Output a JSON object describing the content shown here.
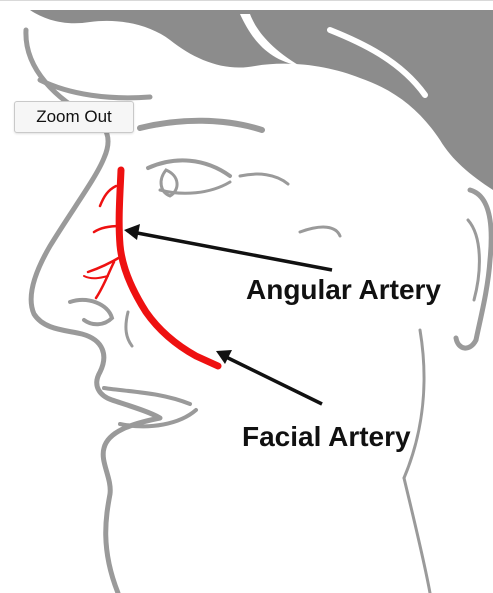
{
  "viewer": {
    "zoom_button_label": "Zoom Out"
  },
  "illustration": {
    "labels": {
      "angular": "Angular Artery",
      "facial": "Facial Artery"
    },
    "colors": {
      "artery": "#ee1111",
      "outline": "#999999",
      "hair": "#8a8a8a",
      "arrow": "#111111"
    }
  }
}
